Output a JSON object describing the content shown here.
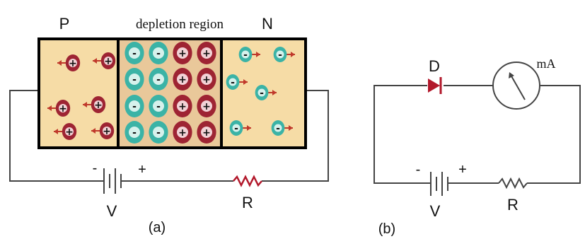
{
  "figure_a": {
    "label_p": "P",
    "label_depletion": "depletion region",
    "label_n": "N",
    "battery_minus": "-",
    "battery_plus": "+",
    "battery_label": "V",
    "resistor_label": "R",
    "caption": "(a)",
    "hole_sign": "+",
    "electron_sign": "-"
  },
  "figure_b": {
    "diode_label": "D",
    "meter_label": "mA",
    "battery_minus": "-",
    "battery_plus": "+",
    "battery_label": "V",
    "resistor_label": "R",
    "caption": "(b)"
  },
  "colors": {
    "p_region": "#f6dca6",
    "depletion_bg": "#e9c89a",
    "n_region": "#f6dca6",
    "hole": "#9e2433",
    "hole_center": "#f2d2d6",
    "electron": "#3bb3a6",
    "electron_center": "#d6f1ec",
    "arrow_hole": "#c0392b",
    "diode": "#b2182b",
    "resistor_a": "#b2182b",
    "wire": "#444444"
  }
}
